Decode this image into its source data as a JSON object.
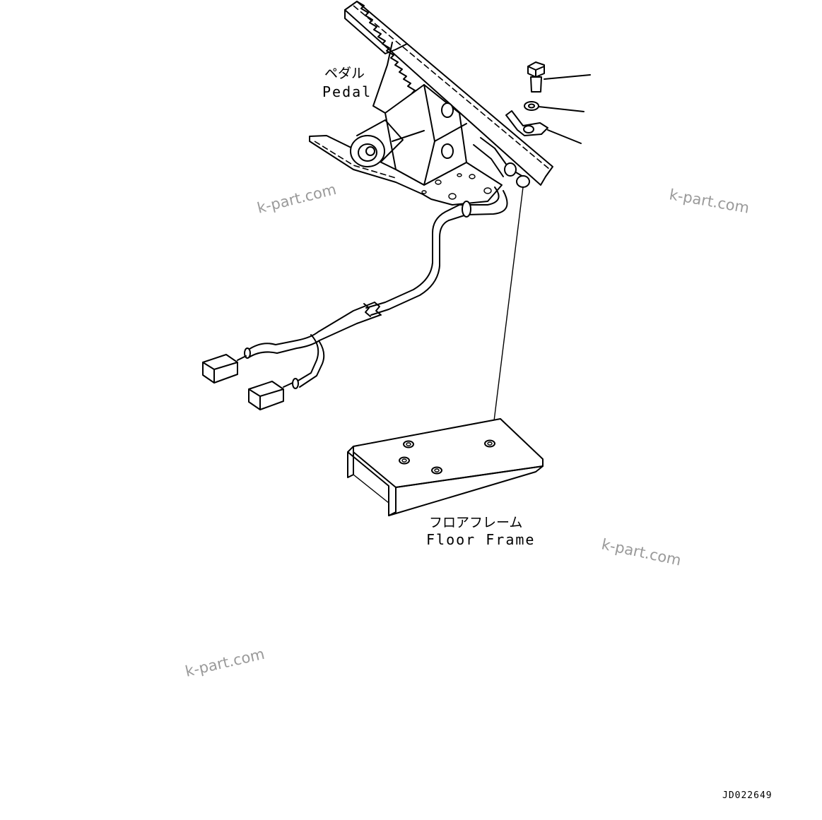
{
  "labels": {
    "pedal_jp": "ペダル",
    "pedal_en": "Pedal",
    "floor_jp": "フロアフレーム",
    "floor_en": "Floor Frame"
  },
  "watermarks": [
    "k-part.com",
    "k-part.com",
    "k-part.com",
    "k-part.com"
  ],
  "drawing_code": "JD022649",
  "parts": [
    "bolt-icon",
    "washer-icon",
    "bracket-clip-icon",
    "pedal-icon",
    "wire-harness-icon",
    "connector-icon",
    "floor-frame-icon"
  ]
}
